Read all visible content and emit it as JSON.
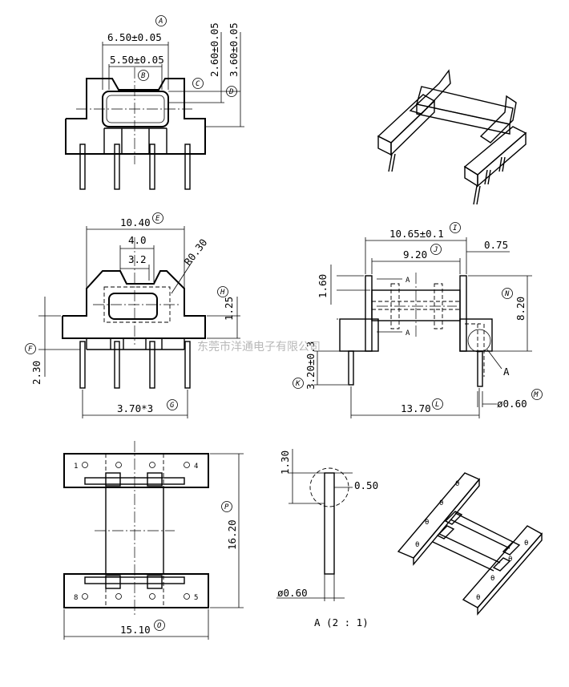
{
  "dims": {
    "a650": "6.50±0.05",
    "a550": "5.50±0.05",
    "a260": "2.60±0.05",
    "a360": "3.60±0.05",
    "w1040": "10.40",
    "w40": "4.0",
    "w32": "3.2",
    "r030": "R0.30",
    "h125": "1.25",
    "h230": "2.30",
    "p370": "3.70*3",
    "l1065": "10.65±0.1",
    "l920": "9.20",
    "l075": "0.75",
    "l160": "1.60",
    "l820": "8.20",
    "l320": "3.20±0.3",
    "l1370": "13.70",
    "d060": "ø0.60",
    "b1620": "16.20",
    "b1510": "15.10",
    "d130": "1.30",
    "d050": "0.50",
    "d060b": "ø0.60"
  },
  "callouts": [
    "A",
    "B",
    "C",
    "D",
    "E",
    "F",
    "G",
    "H",
    "I",
    "J",
    "K",
    "L",
    "M",
    "N",
    "O",
    "P"
  ],
  "section_marks": {
    "a1": "A",
    "a2": "A",
    "leader": "A"
  },
  "pins": {
    "p1": "1",
    "p4": "4",
    "p8": "8",
    "p5": "5"
  },
  "detail_label": "A (2 : 1)",
  "pad_marks": [
    "θ",
    "θ",
    "θ",
    "θ",
    "θ",
    "θ",
    "θ",
    "θ"
  ],
  "watermark": "东莞市洋通电子有限公司"
}
